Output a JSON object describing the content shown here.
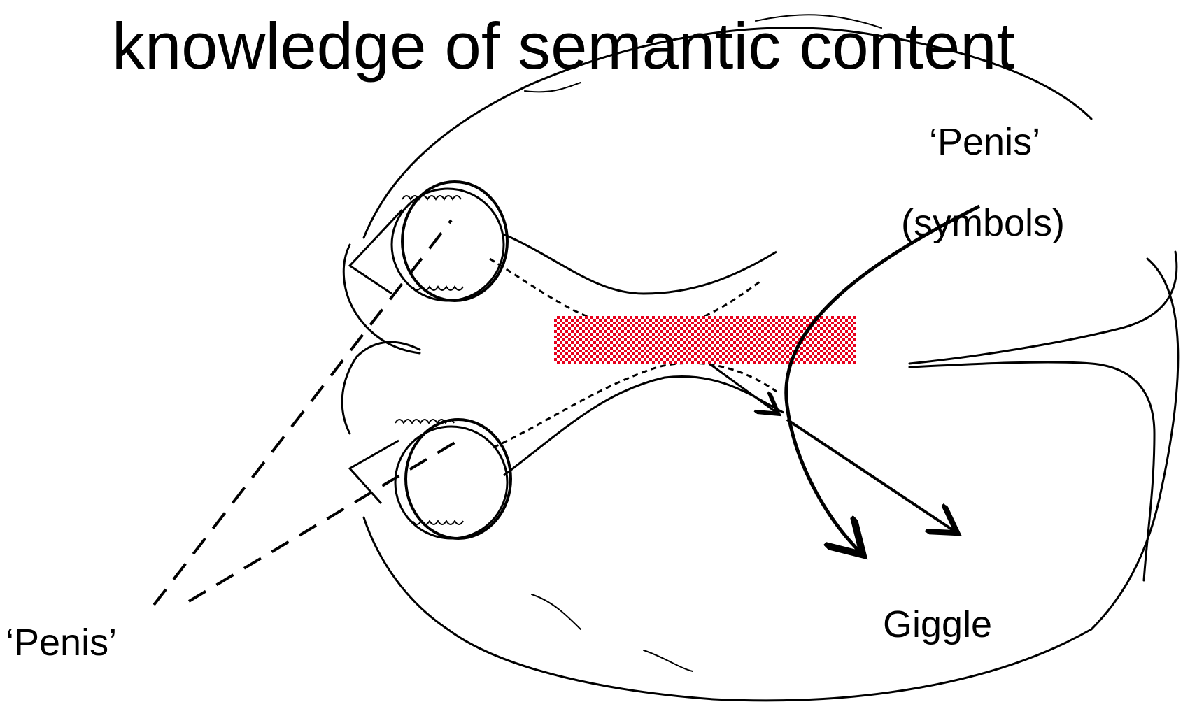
{
  "title": "knowledge of semantic content",
  "labels": {
    "left_stimulus": "‘Penis’",
    "right_stimulus": "‘Penis’",
    "right_note": "(symbols)",
    "response": "Giggle"
  },
  "colors": {
    "ink": "#000000",
    "blocked_commissure": "#e8001c",
    "background": "#ffffff"
  }
}
